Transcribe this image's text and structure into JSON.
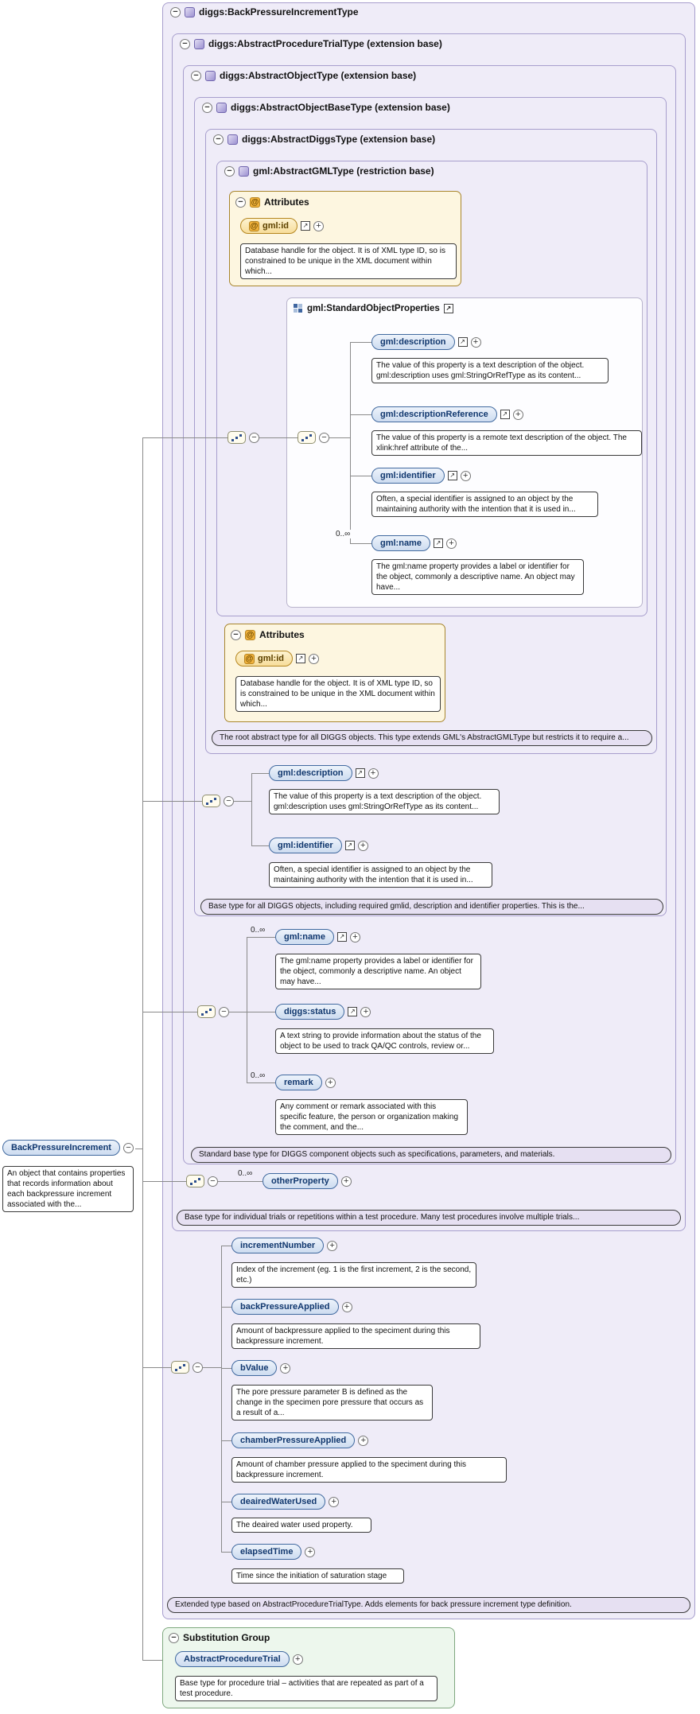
{
  "colors": {
    "type_box_fill": "#efecf8",
    "type_box_border": "#a79ecd",
    "attr_box_fill": "#fdf6e0",
    "attr_box_border": "#a8862e",
    "subst_box_fill": "#edf7ed",
    "subst_box_border": "#7fa87f",
    "pill_fill": "#e6e0f2",
    "element_border": "#40699f",
    "element_text": "#10376e",
    "line_color": "#8a8a8a"
  },
  "root": {
    "title": "diggs:BackPressureIncrementType",
    "doc": "Extended type based on AbstractProcedureTrialType. Adds elements for back pressure increment type definition."
  },
  "bases": {
    "procedure_trial": {
      "title": "diggs:AbstractProcedureTrialType (extension base)",
      "doc": "Base type for individual trials or repetitions within a test procedure. Many test procedures involve multiple trials..."
    },
    "object": {
      "title": "diggs:AbstractObjectType (extension base)",
      "doc": "Standard base type for DIGGS component objects such as specifications, parameters, and materials."
    },
    "object_base": {
      "title": "diggs:AbstractObjectBaseType (extension base)",
      "doc": "Base type for all DIGGS objects, including required gmlid, description and identifier properties. This is the..."
    },
    "diggs": {
      "title": "diggs:AbstractDiggsType (extension base)",
      "doc": "The root abstract type for all DIGGS objects. This type extends GML's AbstractGMLType but restricts it to require a..."
    },
    "gml": {
      "title": "gml:AbstractGMLType (restriction base)"
    }
  },
  "attributes1": {
    "title": "Attributes",
    "name": "gml:id",
    "doc": "Database handle for the object. It is of XML type ID, so is constrained to be unique in the XML document within which..."
  },
  "attributes2": {
    "title": "Attributes",
    "name": "gml:id",
    "doc": "Database handle for the object. It is of XML type ID, so is constrained to be unique in the XML document within which..."
  },
  "gml_group": {
    "title": "gml:StandardObjectProperties",
    "items": [
      {
        "name": "gml:description",
        "doc": "The value of this property is a text description of the object. gml:description uses gml:StringOrRefType as its content..."
      },
      {
        "name": "gml:descriptionReference",
        "doc": "The value of this property is a remote text description of the object. The xlink:href attribute of the..."
      },
      {
        "name": "gml:identifier",
        "doc": "Often, a special identifier is assigned to an object by the maintaining authority with the intention that it is used in..."
      },
      {
        "occurs": "0..∞",
        "name": "gml:name",
        "doc": "The gml:name property provides a label or identifier for the object, commonly a descriptive name. An object may have..."
      }
    ]
  },
  "diggs_seq": {
    "items": [
      {
        "name": "gml:description",
        "doc": "The value of this property is a text description of the object. gml:description uses gml:StringOrRefType as its content..."
      },
      {
        "name": "gml:identifier",
        "doc": "Often, a special identifier is assigned to an object by the maintaining authority with the intention that it is used in..."
      }
    ]
  },
  "object_base_seq": {
    "items": [
      {
        "occurs": "0..∞",
        "name": "gml:name",
        "doc": "The gml:name property provides a label or identifier for the object, commonly a descriptive name. An object may have..."
      },
      {
        "name": "diggs:status",
        "doc": "A text string to provide information about the status of the object to be used to track QA/QC controls, review or..."
      },
      {
        "occurs": "0..∞",
        "name": "remark",
        "doc": "Any comment or remark associated with this specific feature, the person or organization making the comment, and the..."
      }
    ]
  },
  "object_seq": {
    "items": [
      {
        "occurs": "0..∞",
        "name": "otherProperty"
      }
    ]
  },
  "increment_seq": {
    "items": [
      {
        "name": "incrementNumber",
        "doc": "Index of the increment (eg. 1 is the first increment, 2 is the second, etc.)"
      },
      {
        "name": "backPressureApplied",
        "doc": "Amount of backpressure applied to the speciment during this backpressure increment."
      },
      {
        "name": "bValue",
        "doc": "The pore pressure parameter B is defined as the change in the specimen pore pressure that occurs as a result of a..."
      },
      {
        "name": "chamberPressureApplied",
        "doc": "Amount of chamber pressure applied to the speciment during this backpressure increment."
      },
      {
        "name": "deairedWaterUsed",
        "doc": "The deaired water used property."
      },
      {
        "name": "elapsedTime",
        "doc": "Time since the initiation of saturation stage"
      }
    ]
  },
  "element": {
    "name": "BackPressureIncrement",
    "doc": "An object that contains properties that records information about each backpressure increment associated with the..."
  },
  "substitution": {
    "title": "Substitution Group",
    "name": "AbstractProcedureTrial",
    "doc": "Base type for procedure trial – activities that are repeated as part of a test procedure."
  }
}
